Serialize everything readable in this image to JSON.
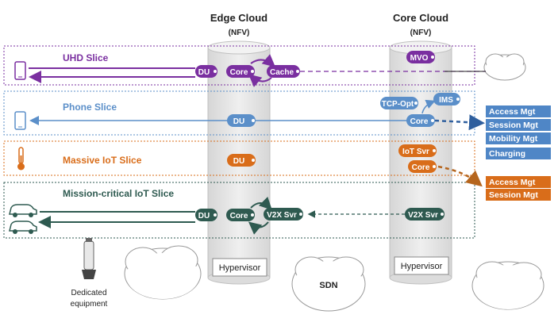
{
  "colors": {
    "uhd": "#7a2fa0",
    "phone": "#5b8fc9",
    "iot": "#d96d1a",
    "mission": "#2e5a50",
    "tag_blue": "#4f86c6",
    "tag_orange": "#d96d1a",
    "cylinder": "#e6e6e6",
    "text_dark": "#222222"
  },
  "header": {
    "edge_title": "Edge Cloud",
    "edge_sub": "(NFV)",
    "core_title": "Core Cloud",
    "core_sub": "(NFV)"
  },
  "slices": {
    "uhd": {
      "title": "UHD Slice",
      "icon": "smartphone-icon",
      "nodes": {
        "du": "DU",
        "core": "Core",
        "cache": "Cache",
        "mvo": "MVO"
      }
    },
    "phone": {
      "title": "Phone Slice",
      "icon": "smartphone-icon",
      "nodes": {
        "du": "DU",
        "tcp_opt": "TCP-Opt",
        "ims": "IMS",
        "core": "Core"
      }
    },
    "iot": {
      "title": "Massive IoT Slice",
      "icon": "thermometer-icon",
      "nodes": {
        "du": "DU",
        "iot_svr": "IoT Svr",
        "core": "Core"
      }
    },
    "mission": {
      "title": "Mission-critical IoT Slice",
      "icon": "car-icon",
      "nodes": {
        "du": "DU",
        "core": "Core",
        "v2x_edge": "V2X Svr",
        "v2x_core": "V2X Svr"
      }
    }
  },
  "tags_blue": [
    "Access Mgt",
    "Session Mgt",
    "Mobility Mgt",
    "Charging"
  ],
  "tags_orange": [
    "Access Mgt",
    "Session Mgt"
  ],
  "bottom": {
    "hypervisor_edge": "Hypervisor",
    "hypervisor_core": "Hypervisor",
    "sdn": "SDN",
    "dedicated_line1": "Dedicated",
    "dedicated_line2": "equipment"
  }
}
